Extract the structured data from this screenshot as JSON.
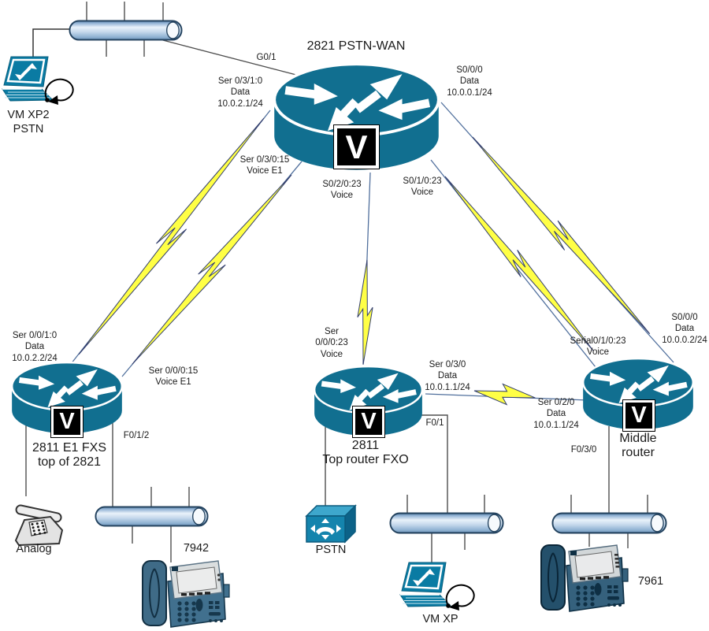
{
  "nodes": {
    "wan_router": {
      "name": "2821 PSTN-WAN"
    },
    "left_router": {
      "name": "2811 E1 FXS\ntop of 2821"
    },
    "center_router": {
      "name": "2811\nTop router FXO"
    },
    "right_router": {
      "name": "Middle router"
    },
    "laptop_vm_xp2": {
      "name": "VM XP2\nPSTN"
    },
    "laptop_vm_xp": {
      "name": "VM XP"
    },
    "analog_phone": {
      "name": "Analog"
    },
    "ip_phone_7942": {
      "name": "7942"
    },
    "ip_phone_7961": {
      "name": "7961"
    },
    "pstn_cloud": {
      "name": "PSTN"
    }
  },
  "interface_labels": {
    "wan_g01": "G0/1",
    "wan_ser_0310": "Ser 0/3/1:0\nData\n10.0.2.1/24",
    "wan_s000": "S0/0/0\nData\n10.0.0.1/24",
    "wan_ser_03015": "Ser 0/3/0:15\nVoice E1",
    "wan_s02023": "S0/2/0:23\nVoice",
    "wan_s01023": "S0/1/0:23\nVoice",
    "left_ser_0010": "Ser 0/0/1:0\nData\n10.0.2.2/24",
    "left_ser_00015": "Ser 0/0/0:15\nVoice E1",
    "left_f012": "F0/1/2",
    "center_ser_00023": "Ser\n0/0/0:23\nVoice",
    "center_ser_030": "Ser 0/3/0\nData\n10.0.1.1/24",
    "center_f01": "F0/1",
    "right_s000": "S0/0/0\nData\n10.0.0.2/24",
    "right_serial_01023": "Serial0/1/0:23\nVoice",
    "right_ser_020": "Ser 0/2/0\nData\n10.0.1.1/24",
    "right_f030": "F0/3/0"
  },
  "badges": {
    "voice": "V"
  },
  "icon_colors": {
    "router_teal": "#116f90",
    "bolt_yellow": "#ffff45",
    "ethernet_blue": "#9ab9d9",
    "laptop_teal": "#0a7ba3",
    "pstn_cube_teal": "#1484ad",
    "phone_7942_body": "#41708e",
    "phone_7961_body": "#35617d"
  }
}
